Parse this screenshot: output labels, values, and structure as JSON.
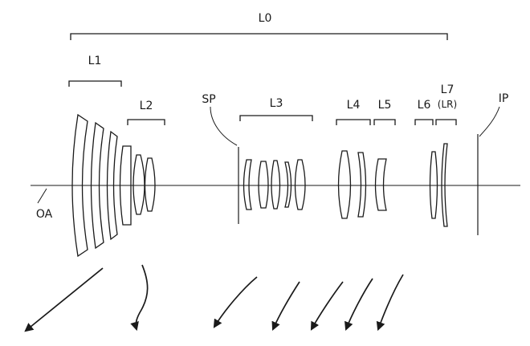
{
  "figure": {
    "labels": {
      "l0": "L0",
      "l1": "L1",
      "l2": "L2",
      "sp": "SP",
      "l3": "L3",
      "l4": "L4",
      "l5": "L5",
      "l6": "L6",
      "l7": "L7",
      "lr": "(LR)",
      "ip": "IP",
      "oa": "OA"
    },
    "colors": {
      "ink": "#1a1a1a",
      "background": "#ffffff"
    }
  }
}
